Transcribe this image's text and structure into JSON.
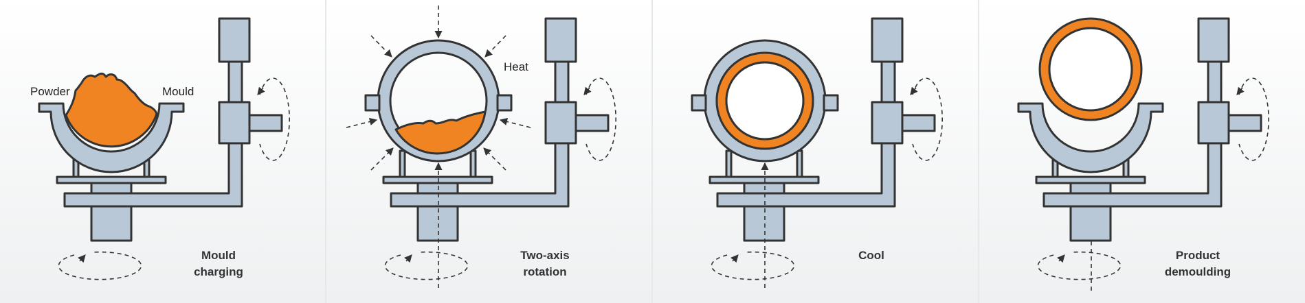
{
  "colors": {
    "steel": "#b8c8d6",
    "outline": "#333333",
    "material": "#f08422",
    "panel_divider": "#e6e8ea"
  },
  "labels": {
    "powder": "Powder",
    "mould": "Mould",
    "heat": "Heat"
  },
  "steps": [
    {
      "caption_line1": "Mould",
      "caption_line2": "charging"
    },
    {
      "caption_line1": "Two-axis",
      "caption_line2": "rotation"
    },
    {
      "caption_line1": "Cool",
      "caption_line2": ""
    },
    {
      "caption_line1": "Product",
      "caption_line2": "demoulding"
    }
  ]
}
